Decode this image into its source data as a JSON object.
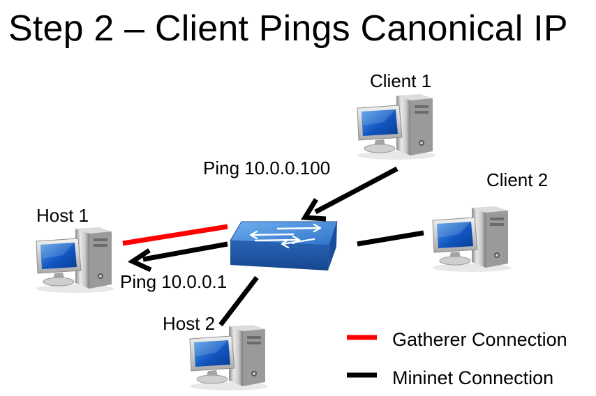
{
  "title": "Step 2 – Client Pings Canonical IP",
  "nodes": {
    "client1": {
      "label": "Client 1",
      "icon": "desktop-computer-icon"
    },
    "client2": {
      "label": "Client 2",
      "icon": "desktop-computer-icon"
    },
    "host1": {
      "label": "Host 1",
      "icon": "desktop-computer-icon"
    },
    "host2": {
      "label": "Host 2",
      "icon": "desktop-computer-icon"
    },
    "switch": {
      "icon": "network-switch-icon"
    }
  },
  "edges": [
    {
      "from": "client1",
      "to": "switch",
      "type": "mininet",
      "arrow": "to-switch",
      "label": "Ping 10.0.0.100"
    },
    {
      "from": "switch",
      "to": "host1",
      "type": "mininet",
      "arrow": "to-host1",
      "label": "Ping 10.0.0.1"
    },
    {
      "from": "switch",
      "to": "host1",
      "type": "gatherer"
    },
    {
      "from": "switch",
      "to": "client2",
      "type": "mininet"
    },
    {
      "from": "switch",
      "to": "host2",
      "type": "mininet"
    }
  ],
  "legend": {
    "gatherer": {
      "label": "Gatherer Connection",
      "color": "#ff0000"
    },
    "mininet": {
      "label": "Mininet Connection",
      "color": "#000000"
    }
  }
}
